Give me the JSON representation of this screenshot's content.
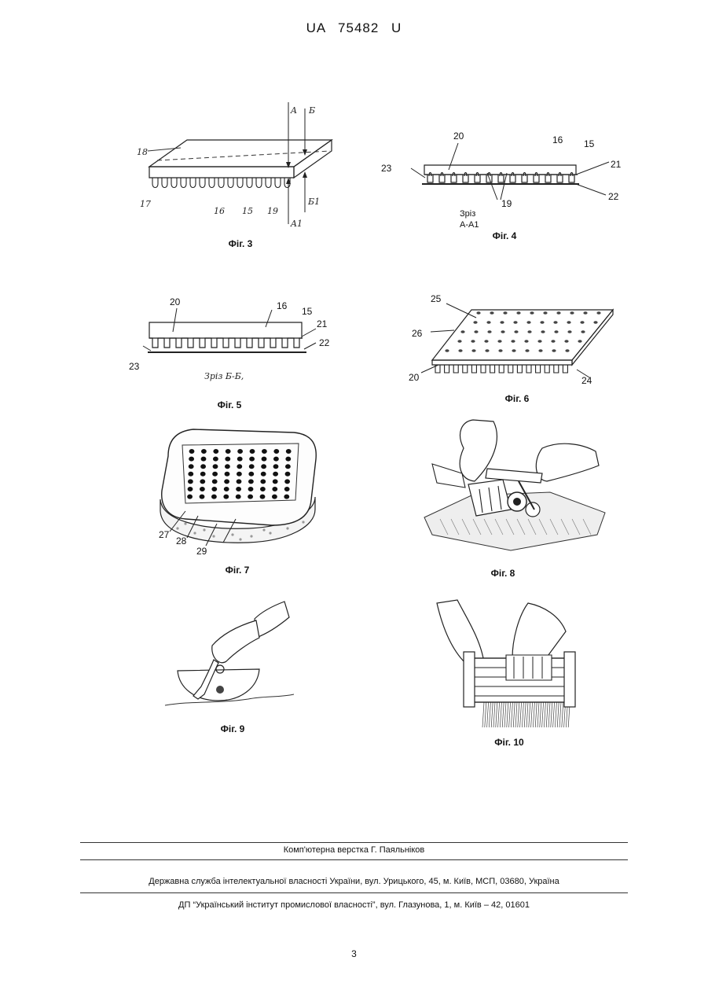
{
  "header": {
    "doc_id": "UA 75482 U"
  },
  "figures": {
    "fig3": {
      "caption": "Фіг. 3",
      "labels": [
        "18",
        "A",
        "Б",
        "17",
        "16",
        "15",
        "19",
        "Б1",
        "A1"
      ]
    },
    "fig4": {
      "caption": "Фіг. 4",
      "labels": [
        "20",
        "16",
        "15",
        "23",
        "21",
        "22",
        "19"
      ],
      "section": "Зріз",
      "section2": "A-A1"
    },
    "fig5": {
      "caption": "Фіг. 5",
      "labels": [
        "20",
        "16",
        "15",
        "21",
        "22",
        "23"
      ],
      "section": "Зріз Б-Б,"
    },
    "fig6": {
      "caption": "Фіг. 6",
      "labels": [
        "25",
        "26",
        "20",
        "24"
      ]
    },
    "fig7": {
      "caption": "Фіг. 7",
      "labels": [
        "27",
        "28",
        "29"
      ]
    },
    "fig8": {
      "caption": "Фіг. 8"
    },
    "fig9": {
      "caption": "Фіг. 9"
    },
    "fig10": {
      "caption": "Фіг. 10"
    }
  },
  "footer": {
    "layout": "Комп'ютерна верстка Г. Паяльніков",
    "agency": "Державна служба інтелектуальної власності України, вул. Урицького, 45, м. Київ, МСП, 03680, Україна",
    "institute": "ДП “Український інститут промислової власності”, вул. Глазунова, 1, м. Київ – 42, 01601"
  },
  "page_number": "3"
}
